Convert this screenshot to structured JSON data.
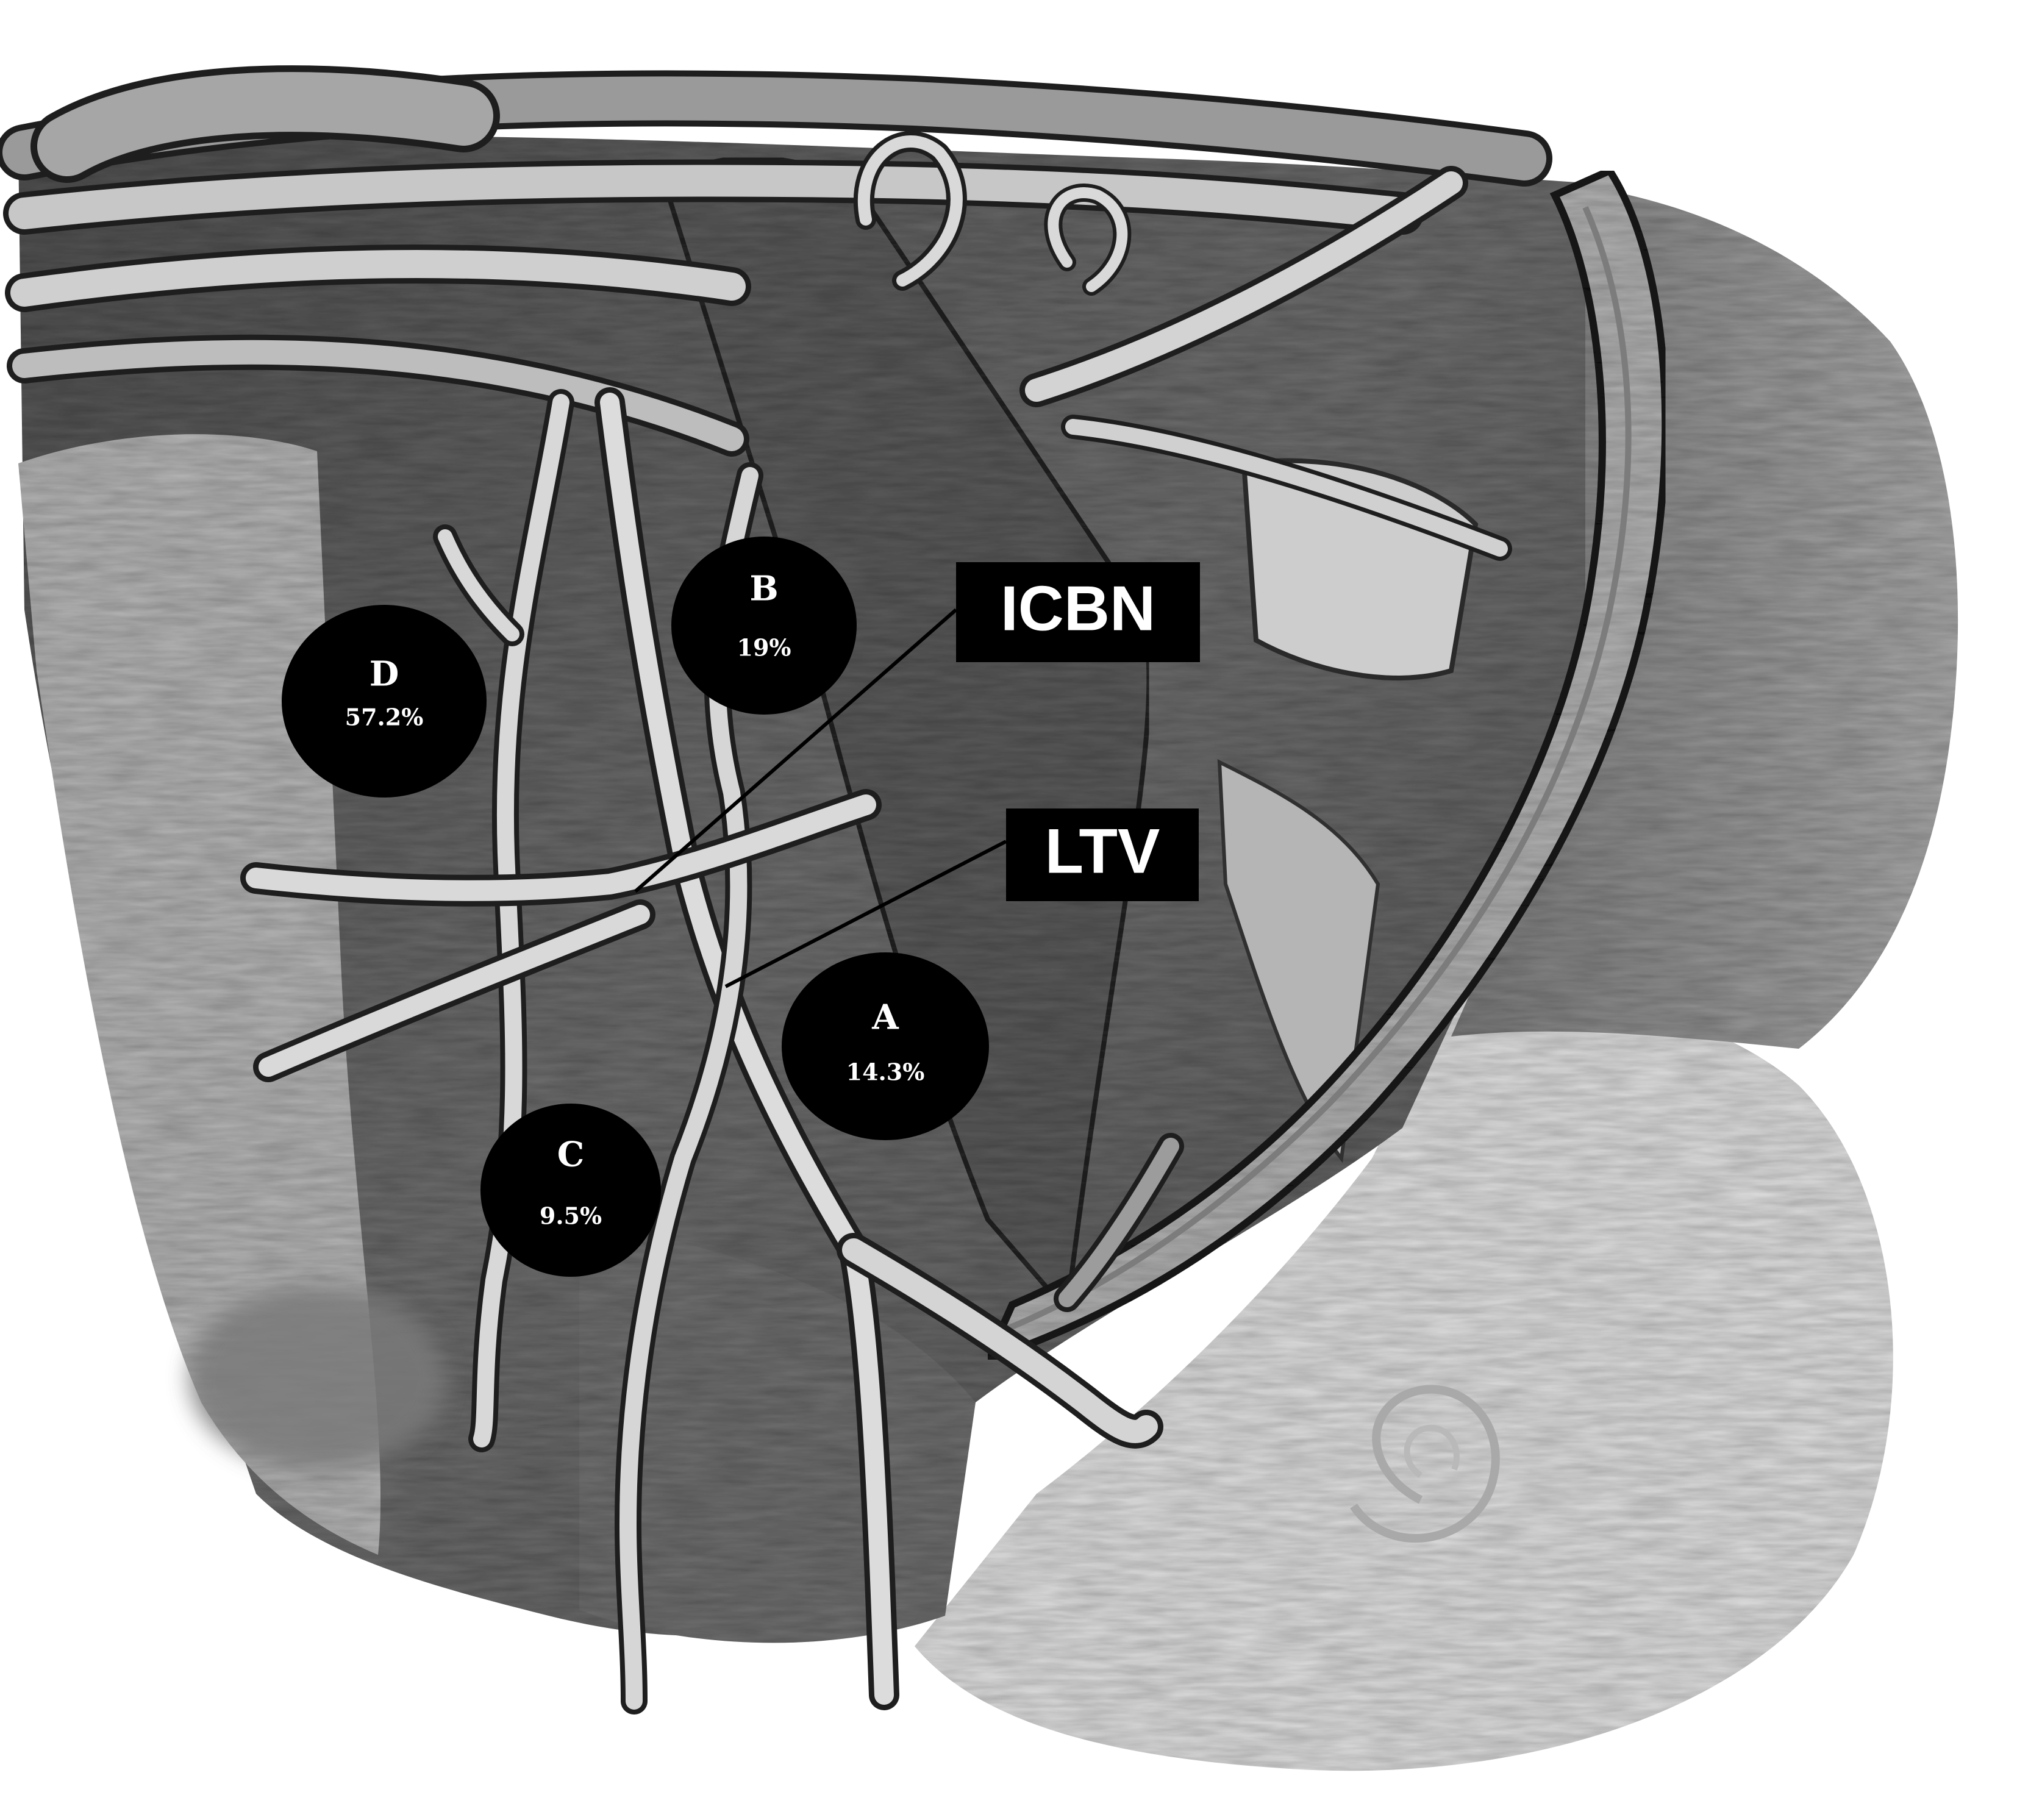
{
  "regions": [
    {
      "id": "A",
      "letter": "A",
      "percent": "14.3%"
    },
    {
      "id": "B",
      "letter": "B",
      "percent": "19%"
    },
    {
      "id": "C",
      "letter": "C",
      "percent": "9.5%"
    },
    {
      "id": "D",
      "letter": "D",
      "percent": "57.2%"
    }
  ],
  "labels": {
    "icbn": "ICBN",
    "ltv": "LTV"
  },
  "colors": {
    "marker_fill": "#000000",
    "marker_text": "#ffffff",
    "label_box": "#000000",
    "illustration_dark": "#5e5e5e",
    "illustration_mid": "#8c8c8c",
    "illustration_light": "#c4c4c4",
    "vessel_fill": "#d9d9d9",
    "vessel_edge": "#1e1e1e"
  }
}
